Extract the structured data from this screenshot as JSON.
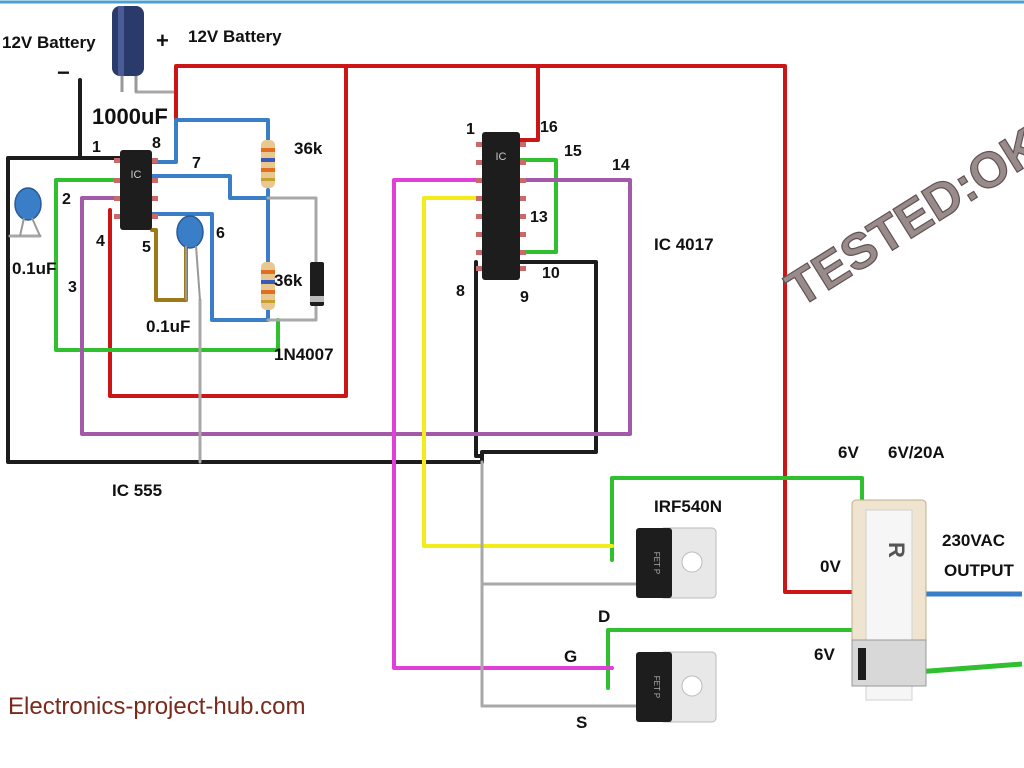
{
  "labels": {
    "battery_neg": "12V Battery",
    "battery_pos": "12V Battery",
    "minus": "−",
    "plus": "+",
    "cap_1000": "1000uF",
    "pin1": "1",
    "pin8": "8",
    "pin7": "7",
    "pin2": "2",
    "pin4": "4",
    "pin5": "5",
    "pin6": "6",
    "pin3": "3",
    "r1": "36k",
    "r2": "36k",
    "cap1": "0.1uF",
    "cap2": "0.1uF",
    "diode": "1N4007",
    "ic555": "IC 555",
    "ic4017": "IC 4017",
    "p1": "1",
    "p16": "16",
    "p15": "15",
    "p14": "14",
    "p13": "13",
    "p10": "10",
    "p8": "8",
    "p9": "9",
    "irf": "IRF540N",
    "d": "D",
    "g": "G",
    "s": "S",
    "v6a": "6V",
    "v6b": "6V",
    "v0": "0V",
    "trafo": "6V/20A",
    "out1": "230VAC",
    "out2": "OUTPUT",
    "tested": "TESTED:OK",
    "site": "Electronics-project-hub.com",
    "ic_mark": "IC",
    "fet": "FET P",
    "trafo_mark": "R"
  }
}
